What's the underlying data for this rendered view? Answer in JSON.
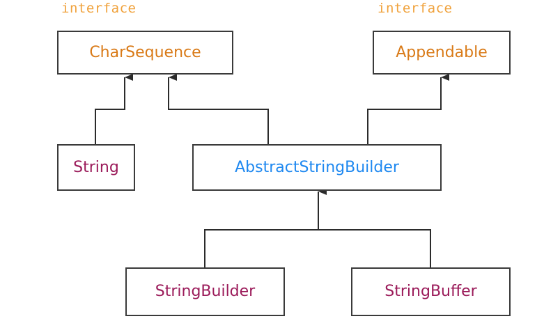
{
  "labels": {
    "charsequence_stereotype": "interface",
    "appendable_stereotype": "interface"
  },
  "classes": {
    "charsequence": "CharSequence",
    "appendable": "Appendable",
    "string": "String",
    "abstract_string_builder": "AbstractStringBuilder",
    "string_builder": "StringBuilder",
    "string_buffer": "StringBuffer"
  },
  "colors": {
    "stereotype": "#f0a23c",
    "interface_name": "#d97a17",
    "abstract_class_name": "#1e88f0",
    "concrete_class_name": "#9b1b5a",
    "line": "#2b2b2b"
  }
}
